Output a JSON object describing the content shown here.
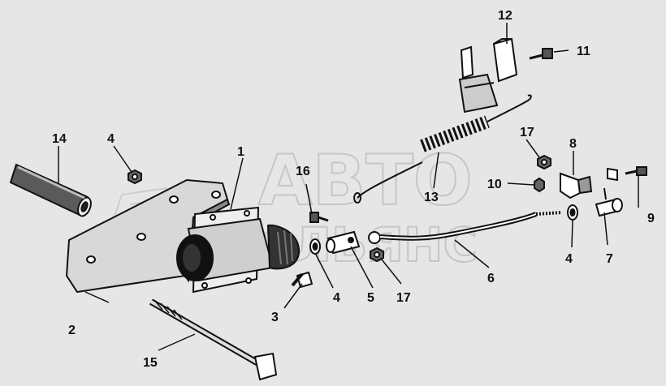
{
  "watermark": {
    "line1": "АВТО",
    "line2": "АЛЬЯНС"
  },
  "labels": {
    "l1": "1",
    "l2": "2",
    "l3": "3",
    "l4a": "4",
    "l4b": "4",
    "l4c": "4",
    "l5": "5",
    "l6": "6",
    "l7": "7",
    "l8": "8",
    "l9": "9",
    "l10": "10",
    "l11": "11",
    "l12": "12",
    "l13": "13",
    "l14": "14",
    "l15": "15",
    "l16": "16",
    "l17a": "17",
    "l17b": "17"
  },
  "colors": {
    "background": "#e6e6e6",
    "ink": "#111111",
    "watermark": "#c9c9c9"
  }
}
